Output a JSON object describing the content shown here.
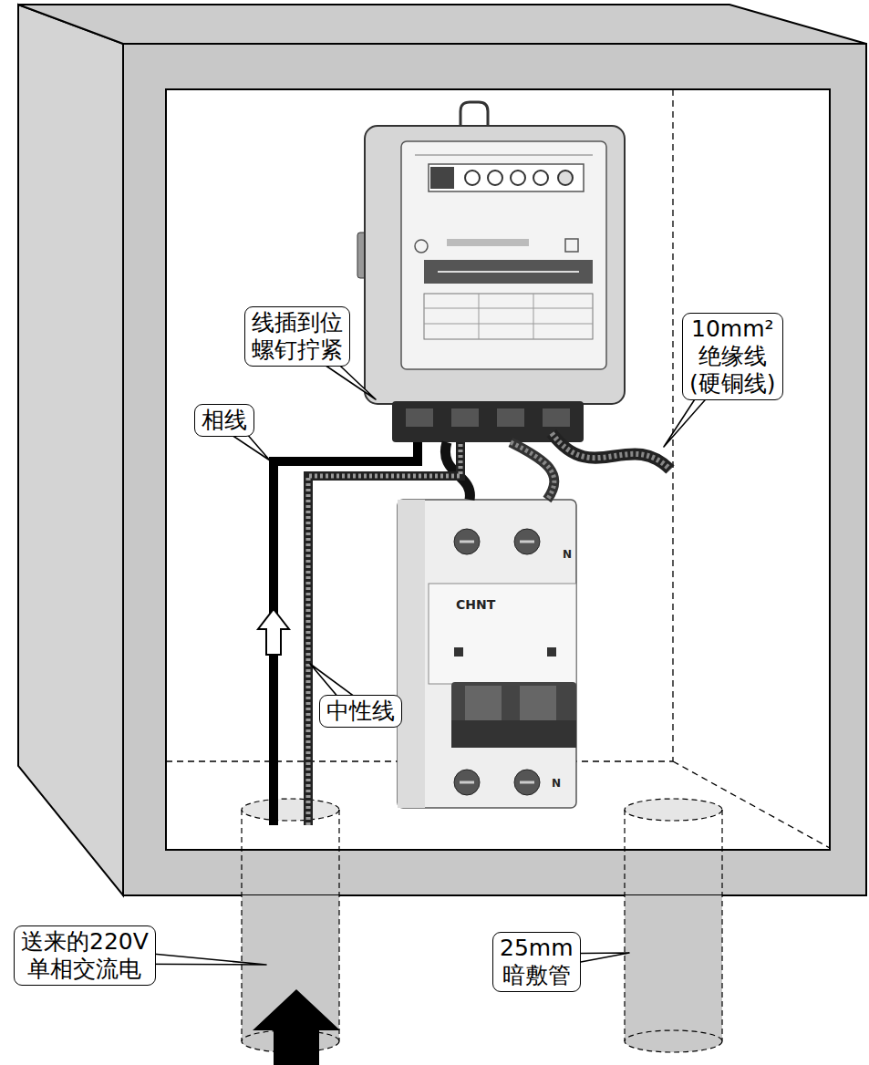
{
  "diagram": {
    "nodes": [
      {
        "text": [
          "线插到位 螺钉拧紧"
        ]
      },
      {
        "text": [
          "10mm² 绝缘线 (硬铜线)"
        ]
      },
      {
        "text": [
          "相线"
        ]
      },
      {
        "text": [
          "中性线"
        ]
      },
      {
        "text": [
          "送来的220V 单相交流电"
        ]
      },
      {
        "text": [
          "25mm 暗敷管"
        ]
      }
    ],
    "labels": [
      "CHNT",
      "N",
      "N"
    ]
  }
}
